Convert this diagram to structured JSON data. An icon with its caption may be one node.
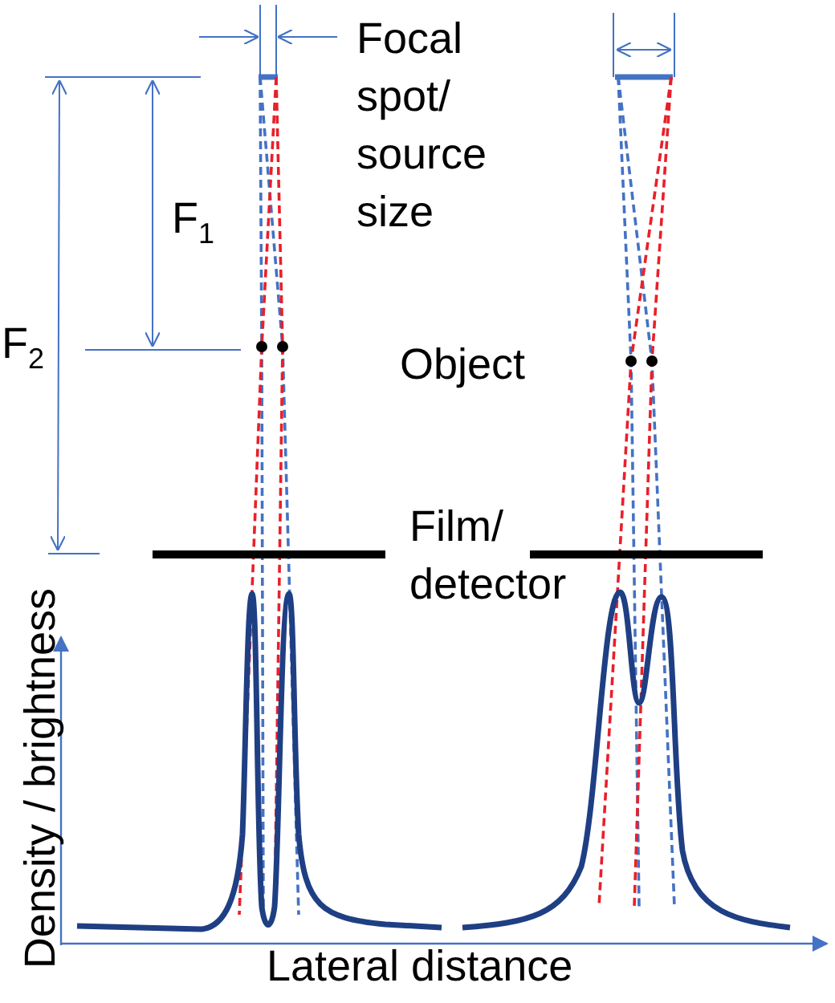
{
  "diagram": {
    "labels": [
      "Focal spot/ source size",
      "F$_{1}$",
      "F$_{2}$",
      "Object",
      "Film/ detector",
      "Density / brightness",
      "Lateral distance"
    ]
  }
}
